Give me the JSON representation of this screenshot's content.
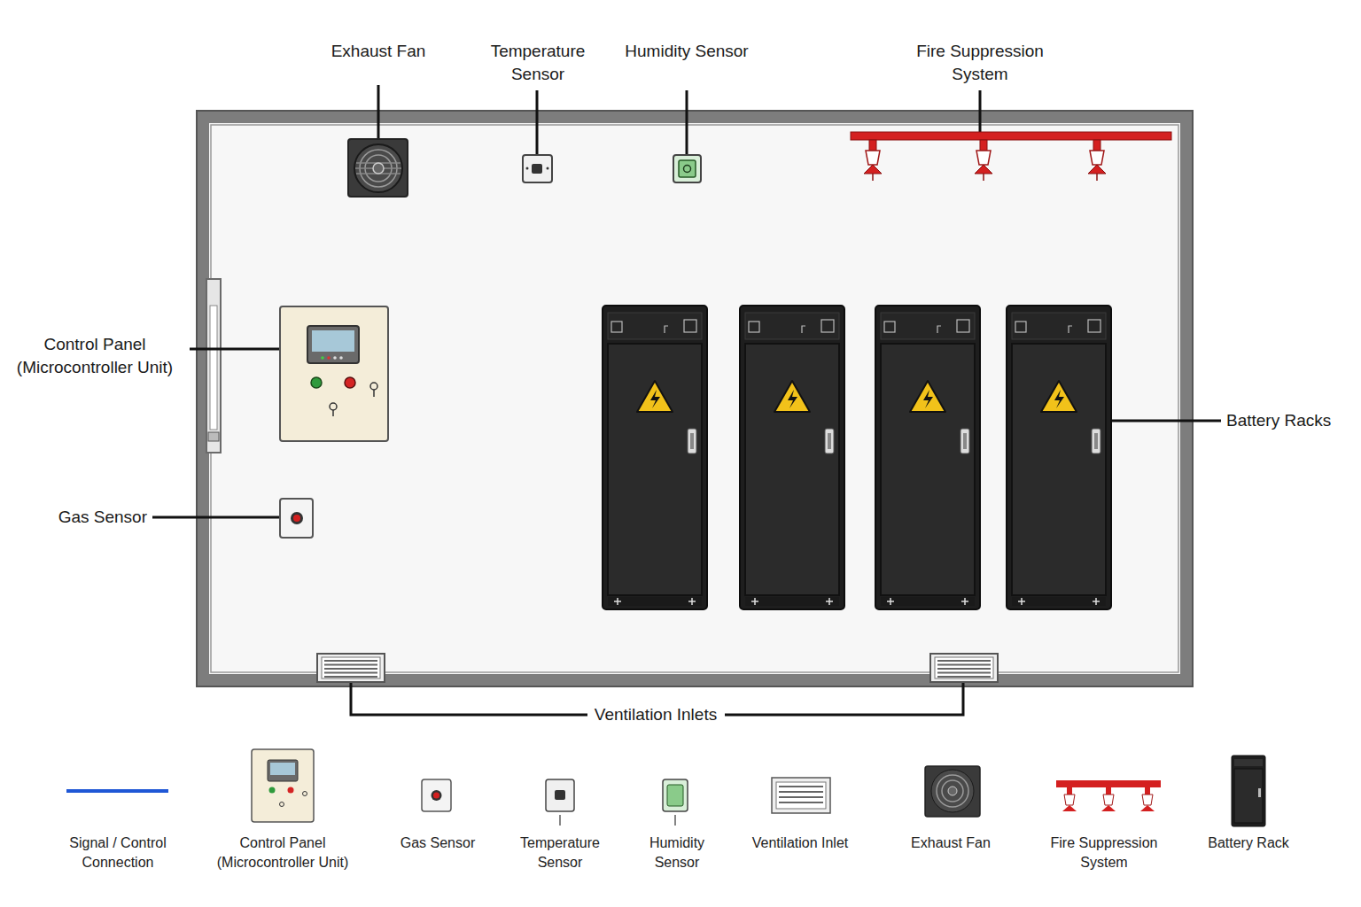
{
  "diagram": {
    "nodes": [
      {
        "text": [
          "Exhaust Fan"
        ]
      },
      {
        "text": [
          "Temperature Sensor"
        ]
      },
      {
        "text": [
          "Humidity Sensor"
        ]
      },
      {
        "text": [
          "Fire Suppression System"
        ]
      },
      {
        "text": [
          "Control Panel (Microcontroller Unit)"
        ]
      },
      {
        "text": [
          "Gas Sensor"
        ]
      },
      {
        "text": [
          "Battery Racks"
        ]
      },
      {
        "text": [
          "Ventilation Inlets"
        ]
      }
    ],
    "edges": [
      {
        "from": 4,
        "to": 0,
        "arrow": "none"
      },
      {
        "from": 4,
        "to": 1,
        "arrow": "none"
      },
      {
        "from": 4,
        "to": 2,
        "arrow": "none"
      },
      {
        "from": 4,
        "to": 3,
        "arrow": "none"
      },
      {
        "from": 4,
        "to": 6,
        "arrow": "none"
      },
      {
        "from": 4,
        "to": 5,
        "arrow": "none"
      },
      {
        "from": 4,
        "to": 7,
        "arrow": "none"
      }
    ],
    "legend": [
      {
        "text": "Signal / Control Connection"
      },
      {
        "text": "Control Panel (Microcontroller Unit)"
      },
      {
        "text": "Gas Sensor"
      },
      {
        "text": "Temperature Sensor"
      },
      {
        "text": "Humidity Sensor"
      },
      {
        "text": "Ventilation Inlet"
      },
      {
        "text": "Exhaust Fan"
      },
      {
        "text": "Fire Suppression System"
      },
      {
        "text": "Battery Rack"
      }
    ]
  }
}
